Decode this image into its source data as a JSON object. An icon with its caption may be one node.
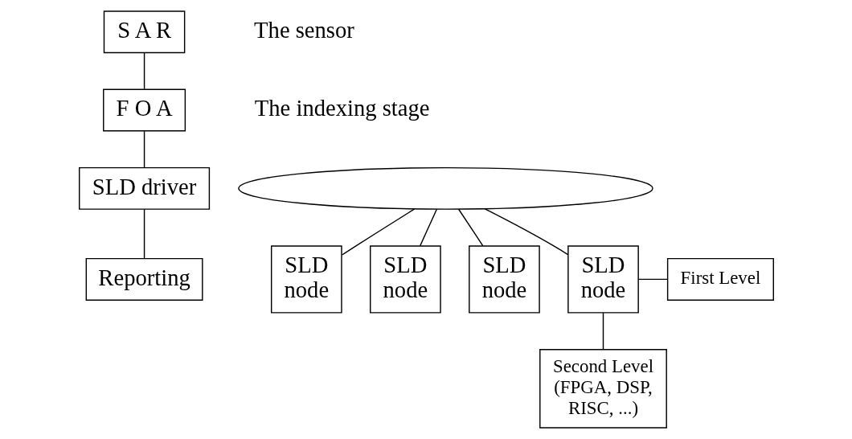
{
  "diagram": {
    "nodes": [
      {
        "text": [
          "S A R"
        ],
        "beside": [
          "The sensor"
        ]
      },
      {
        "text": [
          "F O A"
        ],
        "beside": [
          "The indexing stage"
        ]
      },
      {
        "text": [
          "SLD driver"
        ]
      },
      {
        "text": [
          "Reporting"
        ]
      },
      {
        "text": [],
        "shape": "ellipse"
      },
      {
        "text": [
          "SLD node"
        ]
      },
      {
        "text": [
          "SLD node"
        ]
      },
      {
        "text": [
          "SLD node"
        ]
      },
      {
        "text": [
          "SLD node"
        ]
      },
      {
        "text": [
          "First Level"
        ]
      },
      {
        "text": [
          "Second Level (FPGA, DSP, RISC, ...)"
        ]
      }
    ],
    "edges": [
      {
        "from": 0,
        "to": 1,
        "arrow": "none"
      },
      {
        "from": 1,
        "to": 2,
        "arrow": "none"
      },
      {
        "from": 2,
        "to": 3,
        "arrow": "none"
      },
      {
        "from": 4,
        "to": 5,
        "arrow": "none"
      },
      {
        "from": 4,
        "to": 6,
        "arrow": "none"
      },
      {
        "from": 4,
        "to": 7,
        "arrow": "none"
      },
      {
        "from": 4,
        "to": 8,
        "arrow": "none"
      },
      {
        "from": 8,
        "to": 9,
        "arrow": "none"
      },
      {
        "from": 8,
        "to": 10,
        "arrow": "none"
      }
    ]
  }
}
